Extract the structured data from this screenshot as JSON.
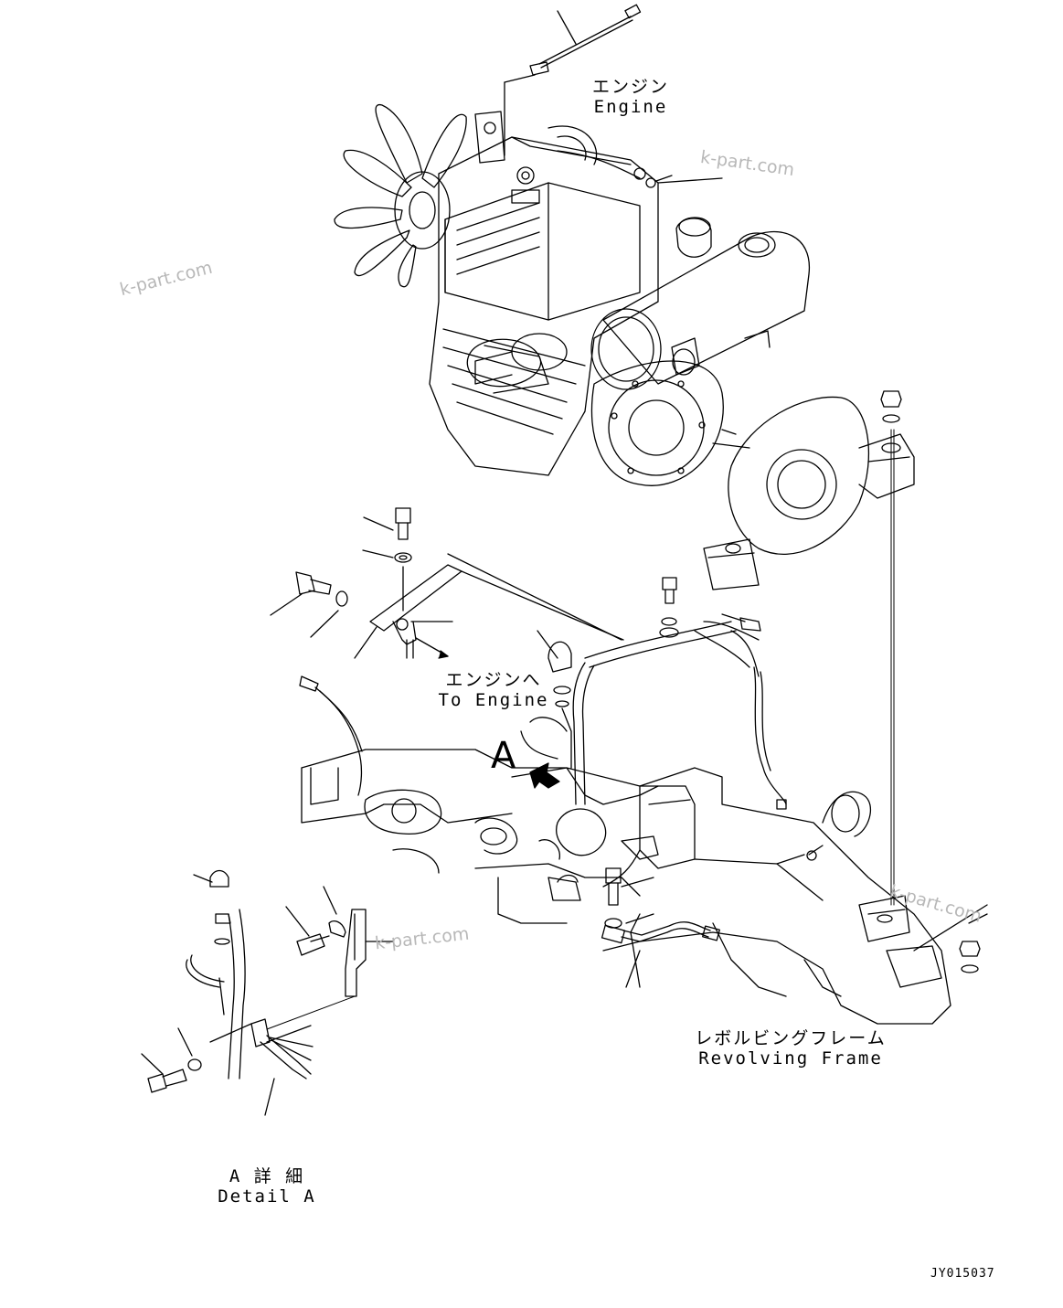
{
  "labels": {
    "engine_jp": "エンジン",
    "engine_en": "Engine",
    "to_engine_jp": "エンジンへ",
    "to_engine_en": "To Engine",
    "revolving_frame_jp": "レボルビングフレーム",
    "revolving_frame_en": "Revolving Frame",
    "detail_a_jp": "A 詳 細",
    "detail_a_en": "Detail A",
    "view_marker": "A"
  },
  "watermarks": [
    "k-part.com",
    "k-part.com",
    "k-part.com",
    "k-part.com"
  ],
  "drawing_code": "JY015037",
  "colors": {
    "line": "#000000",
    "watermark": "#b8b8b8",
    "background": "#ffffff"
  }
}
